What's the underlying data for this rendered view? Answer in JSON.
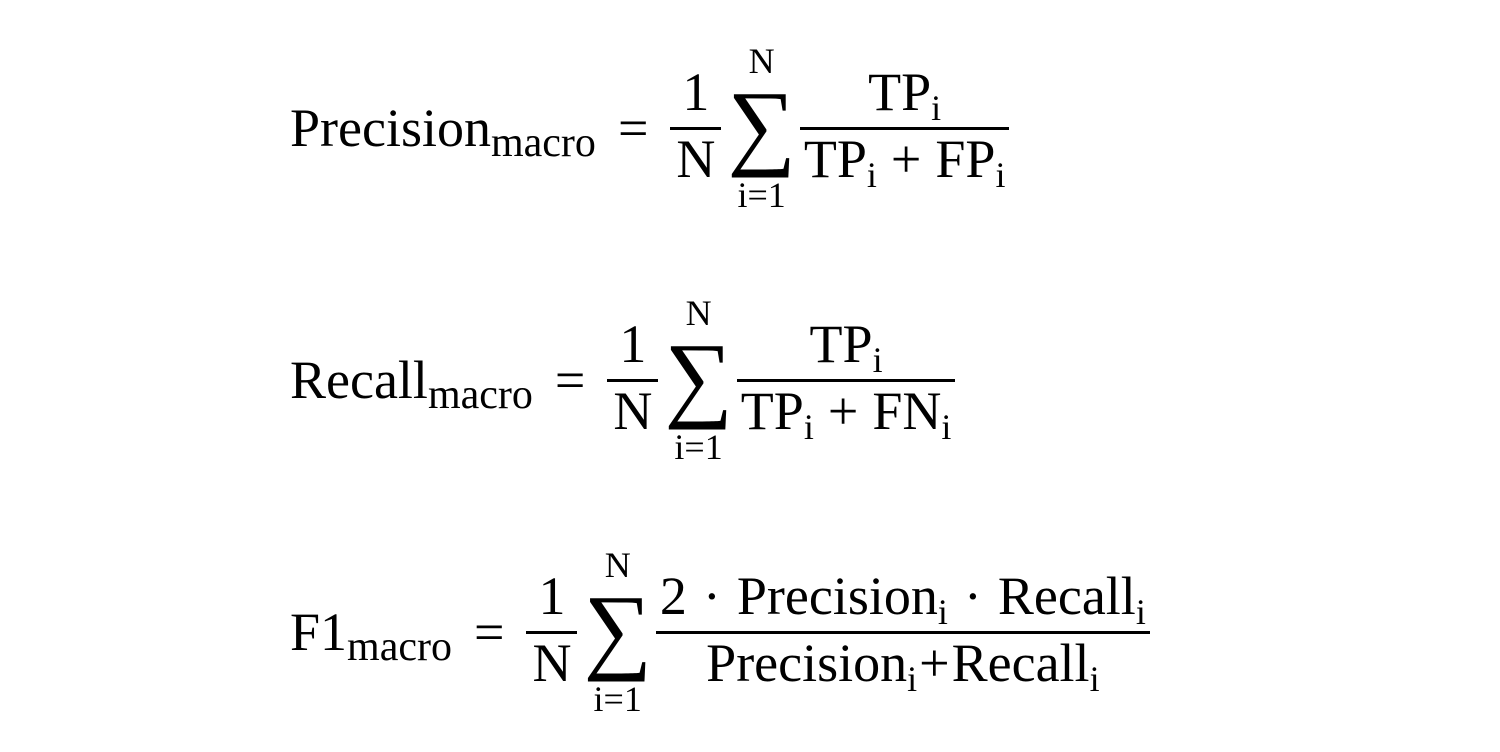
{
  "equations": {
    "precision": {
      "lhs": "Precision",
      "lhs_sub": "macro",
      "equals": "=",
      "coef_num": "1",
      "coef_den": "N",
      "sum_upper": "N",
      "sum_symbol": "∑",
      "sum_lower": "i=1",
      "frac_num": [
        "TP",
        "i"
      ],
      "frac_den": [
        "TP",
        "i",
        "+",
        "FP",
        "i"
      ]
    },
    "recall": {
      "lhs": "Recall",
      "lhs_sub": "macro",
      "equals": "=",
      "coef_num": "1",
      "coef_den": "N",
      "sum_upper": "N",
      "sum_symbol": "∑",
      "sum_lower": "i=1",
      "frac_num": [
        "TP",
        "i"
      ],
      "frac_den": [
        "TP",
        "i",
        "+",
        "FN",
        "i"
      ]
    },
    "f1": {
      "lhs": "F1",
      "lhs_sub": "macro",
      "equals": "=",
      "coef_num": "1",
      "coef_den": "N",
      "sum_upper": "N",
      "sum_symbol": "∑",
      "sum_lower": "i=1",
      "frac_num": [
        "2",
        "·",
        "Precision",
        "i",
        "·",
        "Recall",
        "i"
      ],
      "frac_den": [
        "Precision",
        "i",
        "+",
        "Recall",
        "i"
      ]
    }
  }
}
